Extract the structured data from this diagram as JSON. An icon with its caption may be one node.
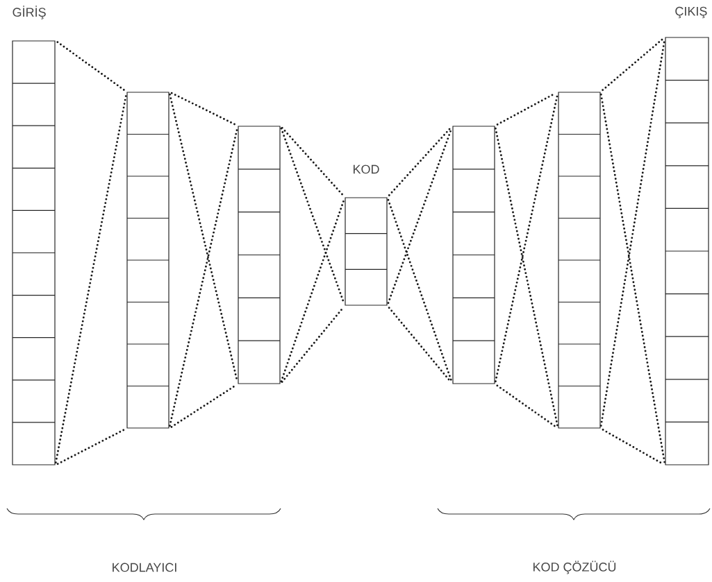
{
  "diagram": {
    "nodes": [
      {
        "text": [
          "GİRİŞ"
        ]
      },
      {
        "text": [],
        "shape": "box"
      },
      {
        "text": [],
        "shape": "box"
      },
      {
        "text": [
          "KOD"
        ]
      },
      {
        "text": [],
        "shape": "box"
      },
      {
        "text": [],
        "shape": "box"
      },
      {
        "text": [
          "ÇIKIŞ"
        ]
      }
    ],
    "edges": [
      {
        "from": 0,
        "to": 1,
        "arrow": "none"
      },
      {
        "from": 0,
        "to": 1,
        "arrow": "none"
      },
      {
        "from": 0,
        "to": 1,
        "arrow": "none"
      },
      {
        "from": 1,
        "to": 2,
        "arrow": "none"
      },
      {
        "from": 1,
        "to": 2,
        "arrow": "none"
      },
      {
        "from": 1,
        "to": 2,
        "arrow": "none"
      },
      {
        "from": 1,
        "to": 2,
        "arrow": "none"
      },
      {
        "from": 2,
        "to": 3,
        "arrow": "none"
      },
      {
        "from": 2,
        "to": 3,
        "arrow": "none"
      },
      {
        "from": 2,
        "to": 3,
        "arrow": "none"
      },
      {
        "from": 2,
        "to": 3,
        "arrow": "none"
      },
      {
        "from": 3,
        "to": 4,
        "arrow": "none"
      },
      {
        "from": 3,
        "to": 4,
        "arrow": "none"
      },
      {
        "from": 3,
        "to": 4,
        "arrow": "none"
      },
      {
        "from": 3,
        "to": 4,
        "arrow": "none"
      },
      {
        "from": 4,
        "to": 5,
        "arrow": "none"
      },
      {
        "from": 4,
        "to": 5,
        "arrow": "none"
      },
      {
        "from": 4,
        "to": 5,
        "arrow": "none"
      },
      {
        "from": 4,
        "to": 5,
        "arrow": "none"
      },
      {
        "from": 5,
        "to": 6,
        "arrow": "none"
      },
      {
        "from": 5,
        "to": 6,
        "arrow": "none"
      },
      {
        "from": 5,
        "to": 6,
        "arrow": "none"
      },
      {
        "from": 5,
        "to": 6,
        "arrow": "none"
      }
    ],
    "labels": [
      "KODLAYICI",
      "KOD ÇÖZÜCÜ"
    ]
  }
}
